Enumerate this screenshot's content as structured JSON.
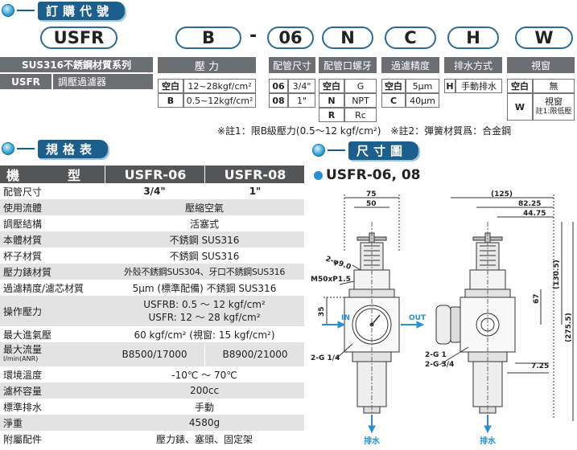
{
  "ordering": {
    "banner": "訂購代號",
    "code": {
      "series": "USFR",
      "pressure": "B",
      "dash": "-",
      "size": "06",
      "thread": "N",
      "filter": "C",
      "drain": "H",
      "window": "W"
    },
    "series_box": {
      "line1": "SUS316不銹鋼材質系列",
      "code": "USFR",
      "desc": "調壓過濾器"
    },
    "pressure": {
      "header": "壓 力",
      "rows": [
        {
          "code": "空白",
          "value": "12~28kgf/cm²"
        },
        {
          "code": "B",
          "value": "0.5~12kgf/cm²"
        }
      ]
    },
    "size": {
      "header": "配管尺寸",
      "rows": [
        {
          "code": "06",
          "value": "3/4\""
        },
        {
          "code": "08",
          "value": "1\""
        }
      ]
    },
    "thread": {
      "header": "配管口螺牙",
      "rows": [
        {
          "code": "空白",
          "value": "G"
        },
        {
          "code": "N",
          "value": "NPT"
        },
        {
          "code": "R",
          "value": "Rc"
        }
      ]
    },
    "filter": {
      "header": "過濾精度",
      "rows": [
        {
          "code": "空白",
          "value": "5μm"
        },
        {
          "code": "C",
          "value": "40μm"
        }
      ]
    },
    "drain": {
      "header": "排水方式",
      "rows": [
        {
          "code": "H",
          "value": "手動排水"
        }
      ]
    },
    "window": {
      "header": "視窗",
      "rows": [
        {
          "code": "空白",
          "value": "無"
        },
        {
          "code": "W",
          "value": "視窗",
          "note": "註1:限低壓"
        }
      ]
    },
    "notes": "※註1：限B級壓力(0.5～12 kgf/cm²)　※註2：彈簧材質爲：合金鋼"
  },
  "specs": {
    "banner": "規格表",
    "header": {
      "label": "機　型",
      "col1": "USFR-06",
      "col2": "USFR-08"
    },
    "rows": [
      {
        "label": "配管尺寸",
        "col1": "3/4\"",
        "col2": "1\""
      },
      {
        "label": "使用流體",
        "value": "壓縮空氣"
      },
      {
        "label": "調壓結構",
        "value": "活塞式"
      },
      {
        "label": "本體材質",
        "value": "不銹鋼 SUS316"
      },
      {
        "label": "杯子材質",
        "value": "不銹鋼 SUS316"
      },
      {
        "label": "壓力錶材質",
        "value": "外殼不銹鋼SUS304、牙口不銹鋼SUS316"
      },
      {
        "label": "過濾精度/濾芯材質",
        "value": "5μm (標準配備) 不銹鋼 SUS316"
      },
      {
        "label": "操作壓力",
        "value": "USFRB: 0.5 ～ 12 kgf/cm²",
        "value2": "USFR: 12 ～ 28 kgf/cm²"
      },
      {
        "label": "最大進氣壓",
        "value": "60 kgf/cm² (視窗: 15 kgf/cm²)"
      },
      {
        "label": "最大流量",
        "sublabel": "l/min(ANR)",
        "col1": "B8500/17000",
        "col2": "B8900/21000"
      },
      {
        "label": "環境溫度",
        "value": "-10℃ ～ 70℃"
      },
      {
        "label": "濾杯容量",
        "value": "200cc"
      },
      {
        "label": "標準排水",
        "value": "手動"
      },
      {
        "label": "淨重",
        "value": "4580g"
      },
      {
        "label": "附屬配件",
        "value": "壓力錶、塞頭、固定架"
      }
    ]
  },
  "dimensions": {
    "banner": "尺寸圖",
    "model_title": "USFR-06, 08",
    "labels": {
      "d75": "75",
      "d50": "50",
      "d125": "(125)",
      "d8225": "82.25",
      "d4475": "44.75",
      "hole": "2-φ9.0",
      "thread": "M50xP1.5",
      "d35": "35",
      "in": "IN",
      "out": "OUT",
      "d1305": "(130.5)",
      "d67": "67",
      "d2755": "(275.5)",
      "d725": "7.25",
      "port_left": "2-G 1/4",
      "port_r1": "2-G 1",
      "port_r2": "2-G 3/4",
      "drain_left": "排水",
      "drain_right": "排水"
    }
  },
  "colors": {
    "banner": "#1d5f8c",
    "tag": "#6d6e71",
    "header": "#545557",
    "alt_row": "#e3e3e4",
    "pill_border": "#2d6b95",
    "arrow": "#2a8fd0"
  }
}
